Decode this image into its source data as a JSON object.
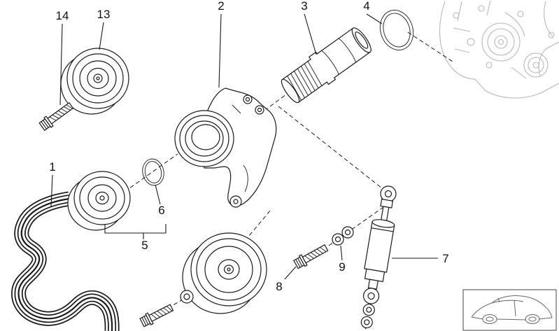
{
  "diagram": {
    "colors": {
      "background": "#ffffff",
      "line": "#1a1a1a",
      "ghost": "#b8b8b8",
      "thumbnail_border": "#444444"
    },
    "callouts": {
      "c1": "1",
      "c2": "2",
      "c3": "3",
      "c4": "4",
      "c5": "5",
      "c6": "6",
      "c7": "7",
      "c8": "8",
      "c9": "9",
      "c13": "13",
      "c14": "14"
    }
  }
}
